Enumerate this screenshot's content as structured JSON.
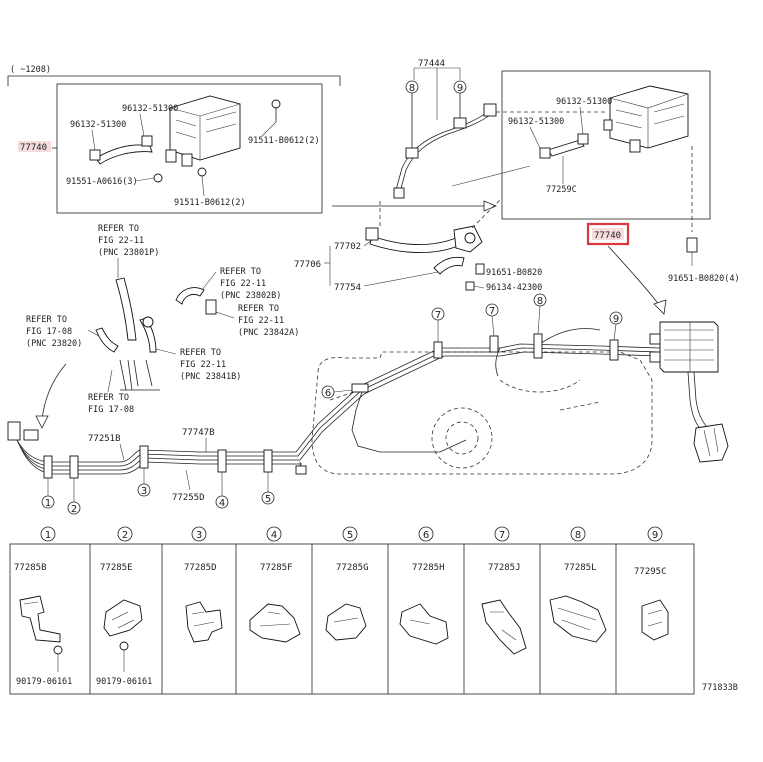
{
  "header": {
    "scope": "(    ~1208)"
  },
  "inset": {
    "canister_pn": "77740",
    "labels": [
      "96132-51300",
      "96132-51300",
      "91511-B0612(2)",
      "91551-A0616(3)",
      "91511-B0612(2)"
    ]
  },
  "upper_right": {
    "pipe_pn": "77444",
    "callouts": [
      "8",
      "9"
    ],
    "labels": [
      "96132-51300",
      "96132-51300",
      "77259C"
    ],
    "canister_pn": "77740",
    "bolt_pn": "91651-B0820(4)"
  },
  "hose_group": {
    "group_pn": "77706",
    "items": [
      "77702",
      "77754"
    ],
    "labels": [
      "91651-B0820",
      "96134-42300"
    ]
  },
  "refs": [
    {
      "line1": "REFER TO",
      "line2": "FIG 22-11",
      "line3": "(PNC 23801P)"
    },
    {
      "line1": "REFER TO",
      "line2": "FIG 22-11",
      "line3": "(PNC 23802B)"
    },
    {
      "line1": "REFER TO",
      "line2": "FIG 22-11",
      "line3": "(PNC 23842A)"
    },
    {
      "line1": "REFER TO",
      "line2": "FIG 17-08",
      "line3": "(PNC 23820)"
    },
    {
      "line1": "REFER TO",
      "line2": "FIG 22-11",
      "line3": "(PNC 23841B)"
    },
    {
      "line1": "REFER TO",
      "line2": "FIG 17-08",
      "line3": ""
    }
  ],
  "main": {
    "tubes": [
      "77251B",
      "77747B",
      "77255D"
    ],
    "callouts_bottom": [
      "1",
      "2",
      "3",
      "4",
      "5"
    ],
    "callouts_top": [
      "7",
      "7",
      "8",
      "9"
    ],
    "callout_left": "6"
  },
  "clamps": [
    {
      "num": "1",
      "pn": "77285B",
      "sub": "90179-06161"
    },
    {
      "num": "2",
      "pn": "77285E",
      "sub": "90179-06161"
    },
    {
      "num": "3",
      "pn": "77285D",
      "sub": ""
    },
    {
      "num": "4",
      "pn": "77285F",
      "sub": ""
    },
    {
      "num": "5",
      "pn": "77285G",
      "sub": ""
    },
    {
      "num": "6",
      "pn": "77285H",
      "sub": ""
    },
    {
      "num": "7",
      "pn": "77285J",
      "sub": ""
    },
    {
      "num": "8",
      "pn": "77285L",
      "sub": ""
    },
    {
      "num": "9",
      "pn": "77295C",
      "sub": ""
    }
  ],
  "figure_id": "771833B",
  "colors": {
    "highlight_box": "#d9363e",
    "label_bg": "#f6dcdc",
    "line": "#222222"
  }
}
